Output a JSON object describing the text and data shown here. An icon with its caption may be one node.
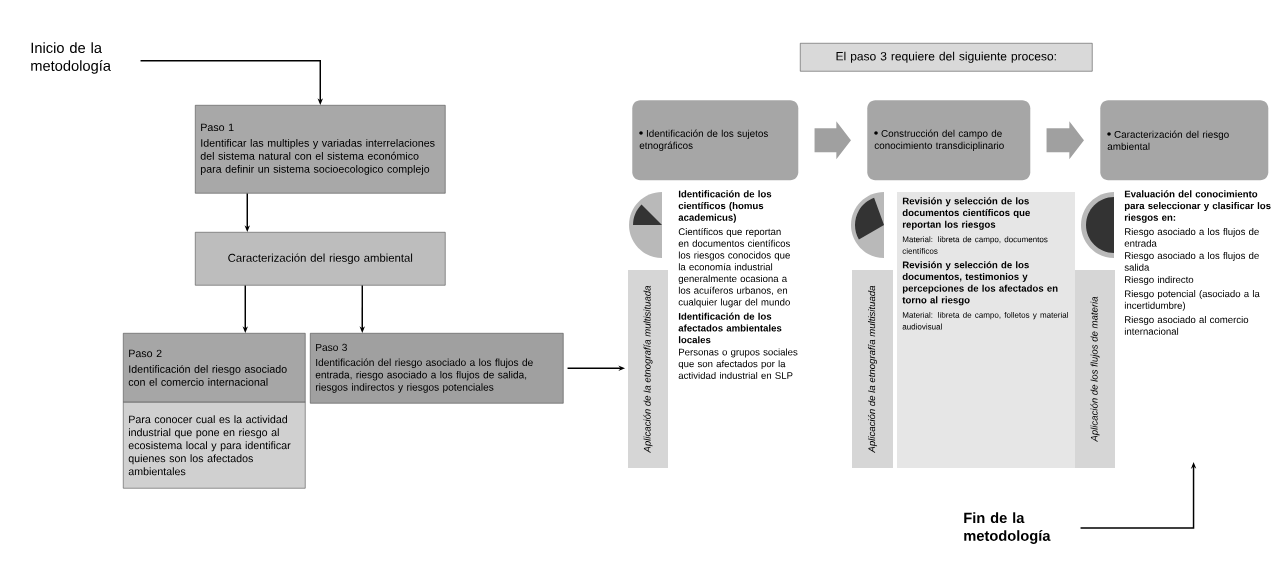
{
  "diagram": {
    "nodes": [
      {
        "text": [
          "Inicio de la metodología"
        ]
      },
      {
        "text": [
          "Paso 1",
          "Identificar las multiples y variadas interrelaciones del sistema natural con el sistema económico para definir un sistema socioecologico complejo"
        ]
      },
      {
        "text": [
          "Caracterización del riesgo ambiental"
        ]
      },
      {
        "text": [
          "Paso 2",
          "Identificación del riesgo asociado con el comercio internacional"
        ]
      },
      {
        "text": [
          "Para conocer cual es la actividad industrial que pone en riesgo al ecosistema local y para identificar quienes son los afectados ambientales"
        ]
      },
      {
        "text": [
          "Paso 3",
          "Identificación del riesgo asociado a los flujos de entrada, riesgo asociado a los flujos de salida, riesgos indirectos y riesgos potenciales"
        ]
      },
      {
        "text": [
          "El paso 3 requiere del siguiente  proceso:"
        ]
      },
      {
        "text": [
          "Identificación de los sujetos etnográficos"
        ]
      },
      {
        "text": [
          "Aplicación de la etnografía multisituada"
        ]
      },
      {
        "text": [
          "Construcción del campo de conocimiento transdiciplinario"
        ]
      },
      {
        "text": [
          "Aplicación de la etnografía multisituada"
        ]
      },
      {
        "text": [
          "Revisión y selección de los documentos científicos que reportan los riesgos",
          "Material: libreta de campo, documentos  científicos",
          "Revisión y selección de los documentos, testimonios y percepciones de los afectados en torno al riesgo",
          "Material: libreta de campo, folletos y material audiovisual"
        ]
      },
      {
        "text": [
          "Caracterización del riesgo ambiental"
        ]
      },
      {
        "text": [
          "Aplicación de los flujos de materia"
        ]
      },
      {
        "text": [
          "Fin de la metodología"
        ]
      }
    ],
    "edges": [
      {
        "from": 0,
        "to": 1,
        "arrow": "to"
      },
      {
        "from": 1,
        "to": 2,
        "arrow": "to"
      },
      {
        "from": 2,
        "to": 3,
        "arrow": "to"
      },
      {
        "from": 2,
        "to": 5,
        "arrow": "to"
      },
      {
        "from": 5,
        "to": 8,
        "arrow": "to"
      },
      {
        "from": 7,
        "to": 9,
        "arrow": "to",
        "style": "thick",
        "color": "#a0a0a0"
      },
      {
        "from": 9,
        "to": 12,
        "arrow": "to",
        "style": "thick",
        "color": "#a0a0a0"
      },
      {
        "from": 14,
        "to": null,
        "arrow": "to"
      }
    ],
    "labels": [
      "Identificación de los científicos (homus academicus)",
      "Científicos que reportan en documentos científicos los riesgos conocidos que la economía industrial generalmente ocasiona a los acuíferos urbanos, en cualquier lugar del mundo",
      "Identificación de los afectados ambientales locales",
      "Personas o grupos sociales que son afectados por la actividad industrial en SLP",
      "Evaluación del conocimiento para  seleccionar y clasificar los riesgos en:",
      "Riesgo asociado a los flujos de entrada",
      "Riesgo asociado a los flujos de salida",
      "Riesgo indirecto",
      "Riesgo potencial (asociado a la incertidumbre)",
      "Riesgo asociado al comercio internacional"
    ]
  }
}
